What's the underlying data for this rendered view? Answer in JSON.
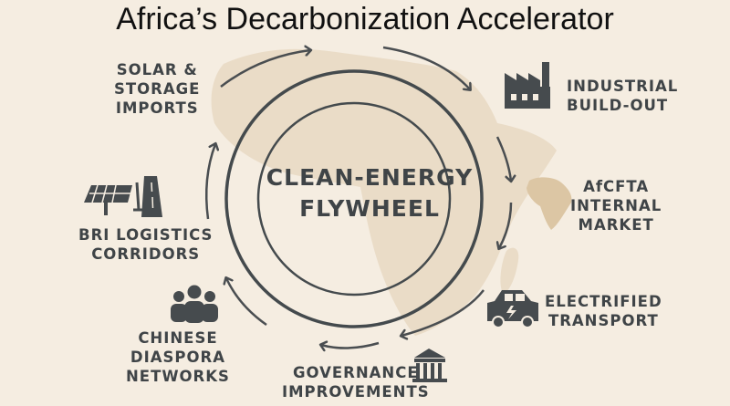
{
  "title": "Africa’s Decarbonization Accelerator",
  "center": {
    "line1": "CLEAN-ENERGY",
    "line2": "FLYWHEEL"
  },
  "nodes": [
    {
      "id": "solar",
      "lines": [
        "SOLAR &",
        "STORAGE",
        "IMPORTS"
      ],
      "icon": null
    },
    {
      "id": "industrial",
      "lines": [
        "INDUSTRIAL",
        "BUILD-OUT"
      ],
      "icon": "factory-icon"
    },
    {
      "id": "afcfta",
      "lines": [
        "AfCFTA",
        "INTERNAL",
        "MARKET"
      ],
      "icon": "africa-map-icon"
    },
    {
      "id": "transport",
      "lines": [
        "ELECTRIFIED",
        "TRANSPORT"
      ],
      "icon": "electric-car-icon"
    },
    {
      "id": "governance",
      "lines": [
        "GOVERNANCE",
        "IMPROVEMENTS"
      ],
      "icon": "institution-icon"
    },
    {
      "id": "diaspora",
      "lines": [
        "CHINESE",
        "DIASPORA",
        "NETWORKS"
      ],
      "icon": "people-group-icon"
    },
    {
      "id": "bri",
      "lines": [
        "BRI LOGISTICS",
        "CORRIDORS"
      ],
      "icon": "solar-panel-road-icon"
    }
  ],
  "colors": {
    "background": "#f5ede1",
    "map": "#e8d8c2",
    "ink": "#3f4447"
  }
}
